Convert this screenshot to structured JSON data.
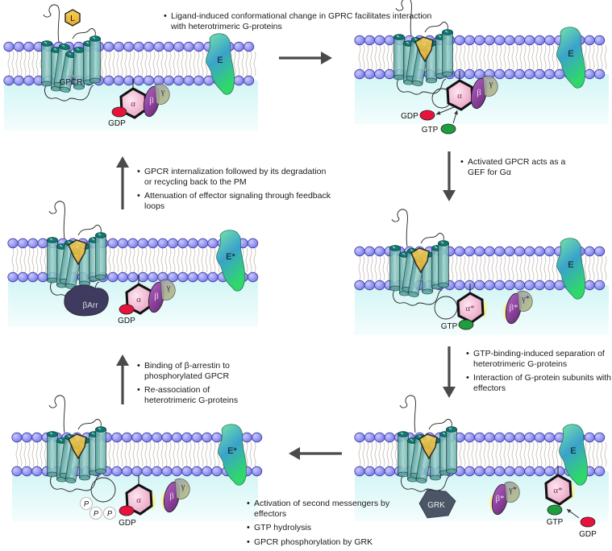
{
  "figure": {
    "title": "GPCR / heterotrimeric G-protein activation cycle",
    "colors": {
      "lipid_head": "#8c8cf0",
      "cytosol": "#e6fafa",
      "gpcr_helix": "#6ab4b0",
      "gpcr_cap": "#0f7a73",
      "ligand": "#f5c63a",
      "g_alpha": "#f2b6d2",
      "g_beta": "#8a3a96",
      "g_gamma": "#a7a88c",
      "gdp": "#e8123a",
      "gtp": "#1e9e3e",
      "effector_top": "#6fe0a0",
      "effector_mid": "#3aa6c8",
      "beta_arrestin": "#3e3a60",
      "grk": "#4a5566",
      "arrow": "#4a4a4a"
    }
  },
  "panels": {
    "p1": {
      "ligand_label": "L",
      "receptor_label": "GPCR",
      "effector_label": "E",
      "alpha": "α",
      "beta": "β",
      "gamma": "γ",
      "nucleotide_label": "GDP"
    },
    "p2": {
      "effector_label": "E",
      "alpha": "α",
      "beta": "β",
      "gamma": "γ",
      "gdp_label": "GDP",
      "gtp_label": "GTP"
    },
    "p3": {
      "effector_label": "E",
      "alpha": "α*",
      "beta": "β*",
      "gamma": "γ*",
      "gtp_label": "GTP"
    },
    "p4": {
      "effector_label": "E",
      "alpha": "α*",
      "beta": "β*",
      "gamma": "γ*",
      "kinase_label": "GRK",
      "gtp_label": "GTP",
      "gdp_label": "GDP"
    },
    "p5": {
      "effector_label": "E*",
      "alpha": "α",
      "beta": "β",
      "gamma": "γ",
      "gdp_label": "GDP",
      "phospho_label": "P"
    },
    "p6": {
      "effector_label": "E*",
      "alpha": "α",
      "beta": "β",
      "gamma": "γ",
      "gdp_label": "GDP",
      "arrestin_label": "βArr"
    }
  },
  "captions": {
    "step1": [
      "Ligand-induced conformational change in GPRC facilitates interaction with heterotrimeric G-proteins"
    ],
    "step2": [
      "Activated GPCR acts as a GEF for Gα"
    ],
    "step3": [
      "GTP-binding-induced separation of heterotrimeric G-proteins",
      "Interaction of G-protein subunits with effectors"
    ],
    "step4": [
      "Activation of second messengers by effectors",
      "GTP hydrolysis",
      "GPCR phosphorylation by GRK"
    ],
    "step5": [
      "Binding of β-arrestin to phosphorylated GPCR",
      "Re-association of heterotrimeric G-proteins"
    ],
    "step6": [
      "GPCR internalization followed by its degradation or recycling back to the PM",
      "Attenuation of effector signaling through feedback loops"
    ]
  }
}
